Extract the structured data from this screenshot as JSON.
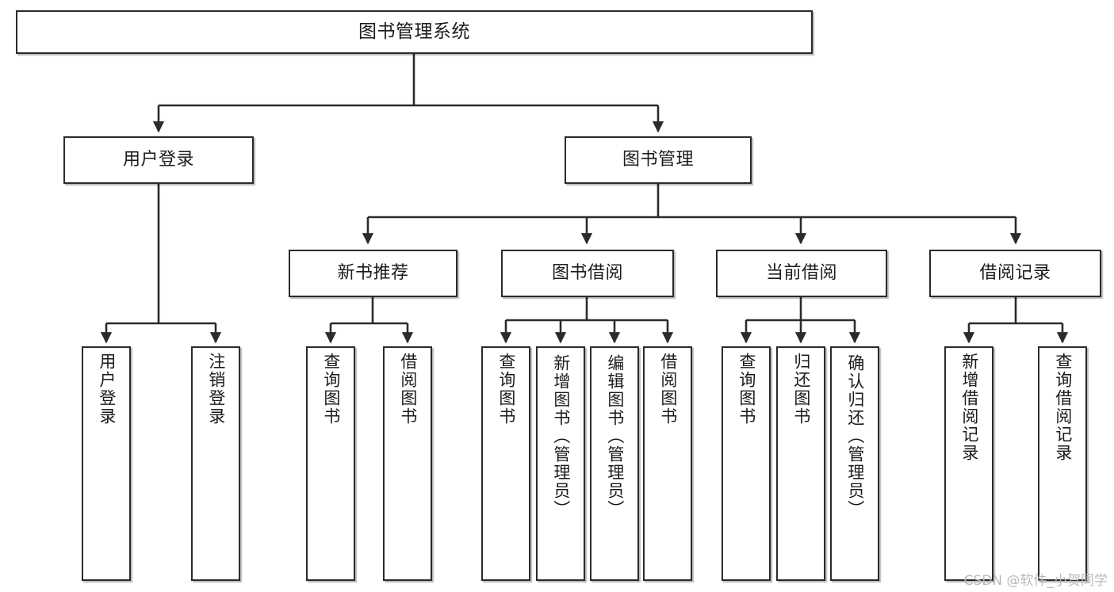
{
  "diagram": {
    "type": "tree",
    "title": "图书管理系统",
    "watermark": "CSDN @软件_小贺同学",
    "colors": {
      "box_border": "#2b2b2b",
      "box_fill": "#ffffff",
      "edge": "#2b2b2b",
      "text": "#1b1b1b",
      "watermark": "#b9b9b9",
      "background": "#ffffff"
    },
    "root": {
      "label": "图书管理系统"
    },
    "level1": [
      {
        "label": "用户登录"
      },
      {
        "label": "图书管理"
      }
    ],
    "level2": [
      {
        "label": "新书推荐"
      },
      {
        "label": "图书借阅"
      },
      {
        "label": "当前借阅"
      },
      {
        "label": "借阅记录"
      }
    ],
    "leaves": {
      "user_login": [
        {
          "label": "用户登录"
        },
        {
          "label": "注销登录"
        }
      ],
      "new_book_recommend": [
        {
          "label": "查询图书"
        },
        {
          "label": "借阅图书"
        }
      ],
      "book_borrow": [
        {
          "label": "查询图书"
        },
        {
          "label": "新增图书（管理员）"
        },
        {
          "label": "编辑图书（管理员）"
        },
        {
          "label": "借阅图书"
        }
      ],
      "current_borrow": [
        {
          "label": "查询图书"
        },
        {
          "label": "归还图书"
        },
        {
          "label": "确认归还（管理员）"
        }
      ],
      "borrow_records": [
        {
          "label": "新增借阅记录"
        },
        {
          "label": "查询借阅记录"
        }
      ]
    }
  }
}
